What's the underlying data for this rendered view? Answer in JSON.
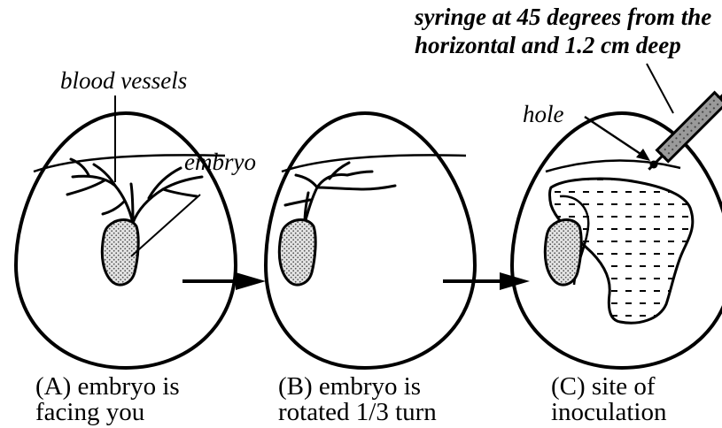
{
  "labels": {
    "blood_vessels": "blood vessels",
    "embryo": "embryo",
    "hole": "hole",
    "syringe_line1": "syringe at 45 degrees from the",
    "syringe_line2": "horizontal and 1.2 cm deep"
  },
  "captions": {
    "a_line1": "(A) embryo is",
    "a_line2": "facing you",
    "b_line1": "(B) embryo is",
    "b_line2": "rotated 1/3 turn",
    "c_line1": "(C) site of",
    "c_line2": "inoculation"
  },
  "colors": {
    "ink": "#000000",
    "embryo_fill": "#cfcfcf",
    "syringe_fill": "#8a8a8a"
  }
}
